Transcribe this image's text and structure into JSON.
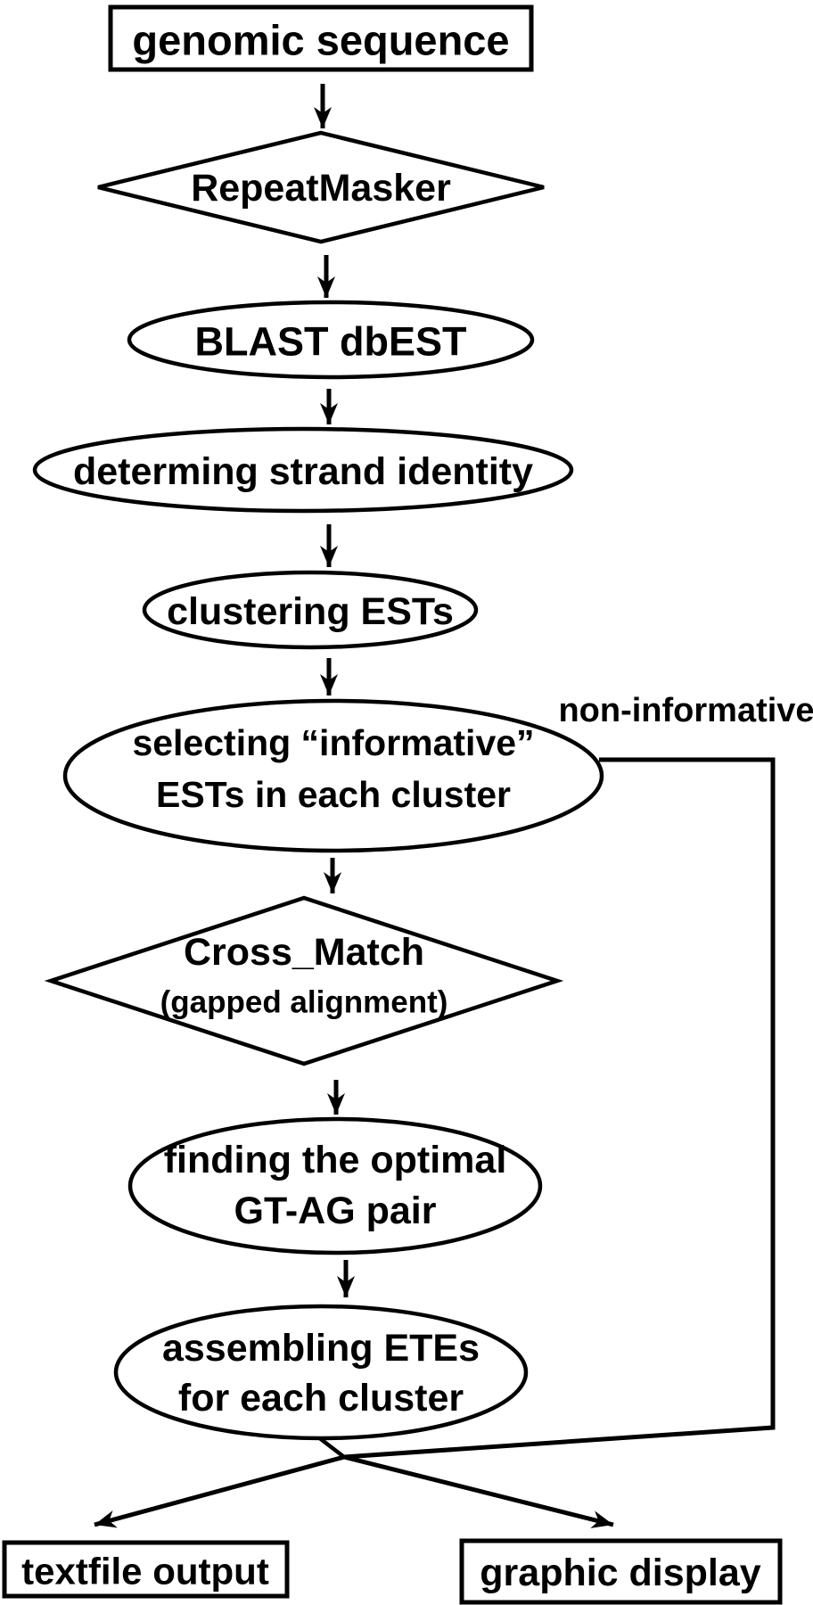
{
  "figure": {
    "type": "flowchart",
    "background": "#ffffff",
    "ink": "#000000"
  },
  "nodes": {
    "genomic_sequence": {
      "shape": "rectangle",
      "label": "genomic sequence"
    },
    "repeat_masker": {
      "shape": "diamond",
      "label": "RepeatMasker"
    },
    "blast_dbest": {
      "shape": "ellipse",
      "label": "BLAST dbEST"
    },
    "determing_strand_identity": {
      "shape": "ellipse",
      "label": "determing strand identity"
    },
    "clustering_ests": {
      "shape": "ellipse",
      "label": "clustering ESTs"
    },
    "selecting_informative": {
      "shape": "ellipse",
      "line1": "selecting “informative”",
      "line2": "ESTs in each cluster"
    },
    "cross_match": {
      "shape": "diamond",
      "line1": "Cross_Match",
      "line2": "(gapped alignment)"
    },
    "finding_optimal": {
      "shape": "ellipse",
      "line1": "finding the optimal",
      "line2": "GT-AG pair"
    },
    "assembling_etes": {
      "shape": "ellipse",
      "line1": "assembling ETEs",
      "line2": "for each cluster"
    },
    "textfile_output": {
      "shape": "rectangle",
      "label": "textfile output"
    },
    "graphic_display": {
      "shape": "rectangle",
      "label": "graphic display"
    }
  },
  "edge_labels": {
    "non_informative": "non-informative"
  }
}
